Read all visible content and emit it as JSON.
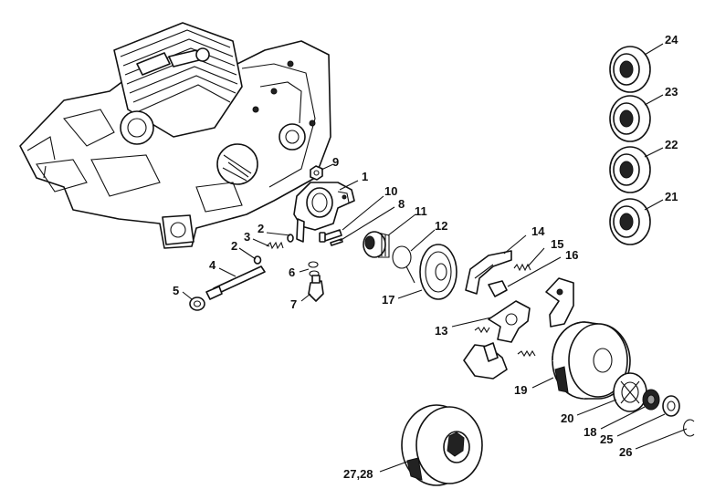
{
  "callouts": {
    "c1": "1",
    "c2a": "2",
    "c2b": "2",
    "c3": "3",
    "c4": "4",
    "c5": "5",
    "c6": "6",
    "c7": "7",
    "c8": "8",
    "c9": "9",
    "c10": "10",
    "c11": "11",
    "c12": "12",
    "c13": "13",
    "c14": "14",
    "c15": "15",
    "c16": "16",
    "c17": "17",
    "c18": "18",
    "c19": "19",
    "c20": "20",
    "c21": "21",
    "c22": "22",
    "c23": "23",
    "c24": "24",
    "c25": "25",
    "c26": "26",
    "c2728": "27,28"
  }
}
